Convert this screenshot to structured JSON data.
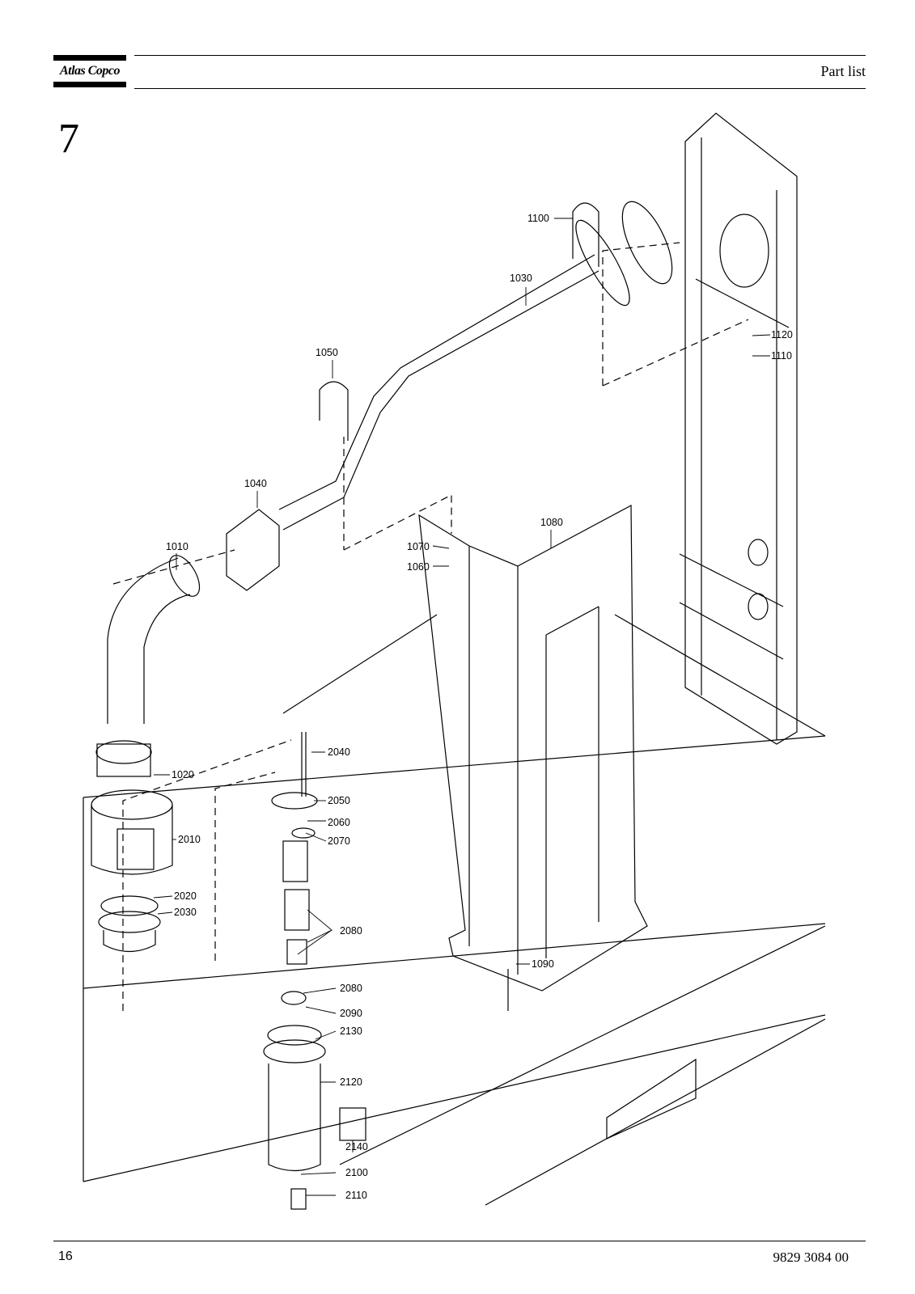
{
  "header": {
    "logo_text": "Atlas Copco",
    "title": "Part list"
  },
  "section_number": "7",
  "callouts": [
    {
      "id": "c1100",
      "label": "1100"
    },
    {
      "id": "c1030",
      "label": "1030"
    },
    {
      "id": "c1120",
      "label": "1120"
    },
    {
      "id": "c1110",
      "label": "1110"
    },
    {
      "id": "c1050",
      "label": "1050"
    },
    {
      "id": "c1040",
      "label": "1040"
    },
    {
      "id": "c1080",
      "label": "1080"
    },
    {
      "id": "c1010",
      "label": "1010"
    },
    {
      "id": "c1070",
      "label": "1070"
    },
    {
      "id": "c1060",
      "label": "1060"
    },
    {
      "id": "c2040",
      "label": "2040"
    },
    {
      "id": "c1020",
      "label": "1020"
    },
    {
      "id": "c2050",
      "label": "2050"
    },
    {
      "id": "c2060",
      "label": "2060"
    },
    {
      "id": "c2010",
      "label": "2010"
    },
    {
      "id": "c2070",
      "label": "2070"
    },
    {
      "id": "c2020",
      "label": "2020"
    },
    {
      "id": "c2030",
      "label": "2030"
    },
    {
      "id": "c2080a",
      "label": "2080"
    },
    {
      "id": "c1090",
      "label": "1090"
    },
    {
      "id": "c2080b",
      "label": "2080"
    },
    {
      "id": "c2090",
      "label": "2090"
    },
    {
      "id": "c2130",
      "label": "2130"
    },
    {
      "id": "c2120",
      "label": "2120"
    },
    {
      "id": "c2140",
      "label": "2140"
    },
    {
      "id": "c2100",
      "label": "2100"
    },
    {
      "id": "c2110",
      "label": "2110"
    }
  ],
  "footer": {
    "page_number": "16",
    "document_number": "9829 3084 00"
  }
}
